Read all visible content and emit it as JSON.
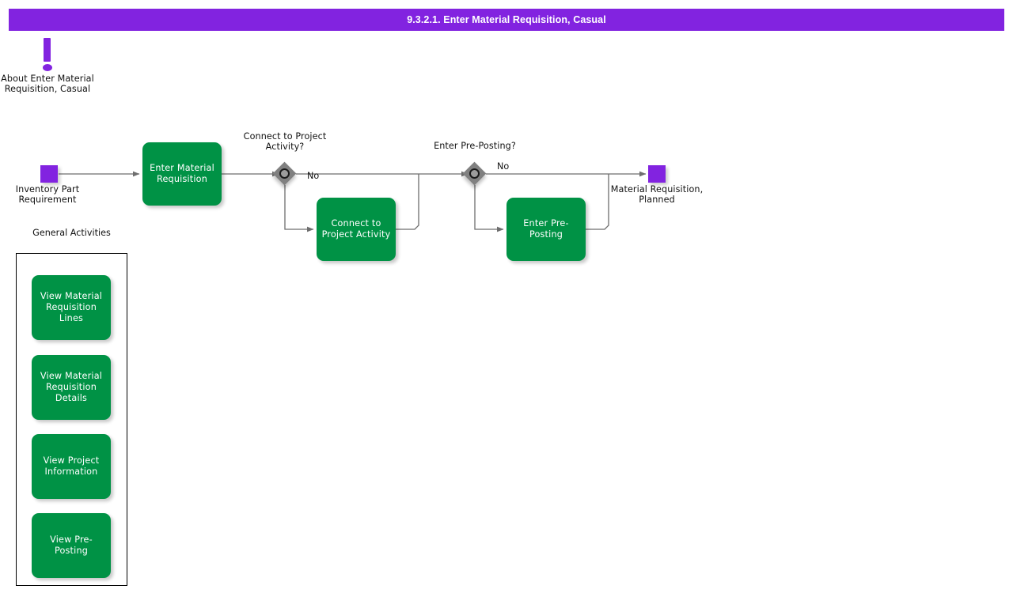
{
  "title_bar": {
    "title": "9.3.2.1. Enter Material Requisition, Casual"
  },
  "about": {
    "icon": "exclamation-icon",
    "label": "About Enter Material Requisition, Casual"
  },
  "colors": {
    "accent_purple": "#8223E0",
    "activity_green": "#009245",
    "gateway_gray": "#808080",
    "connector_gray": "#6E6E6E",
    "panel_border": "#000000",
    "text": "#111111"
  },
  "flow": {
    "start_node": {
      "type": "terminator",
      "label": "Inventory Part Requirement"
    },
    "end_node": {
      "type": "terminator",
      "label": "Material Requisition, Planned"
    },
    "activities": [
      {
        "id": "enter-material-requisition",
        "label": "Enter Material Requisition"
      },
      {
        "id": "connect-to-project-activity",
        "label": "Connect to Project Activity"
      },
      {
        "id": "enter-pre-posting",
        "label": "Enter Pre-Posting"
      }
    ],
    "gateways": [
      {
        "id": "connect-to-project-activity-gateway",
        "label": "Connect to Project Activity?",
        "edge_label": "No"
      },
      {
        "id": "enter-pre-posting-gateway",
        "label": "Enter Pre-Posting?",
        "edge_label": "No"
      }
    ]
  },
  "general_activities": {
    "title": "General Activities",
    "items": [
      {
        "id": "view-material-requisition-lines",
        "label": "View Material Requisition Lines"
      },
      {
        "id": "view-material-requisition-details",
        "label": "View Material Requisition Details"
      },
      {
        "id": "view-project-information",
        "label": "View Project Information"
      },
      {
        "id": "view-pre-posting",
        "label": "View Pre-Posting"
      }
    ]
  }
}
